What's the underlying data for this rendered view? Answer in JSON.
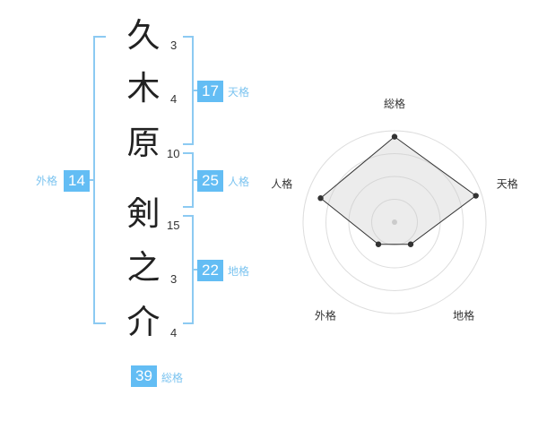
{
  "name": {
    "chars": [
      {
        "char": "久",
        "strokes": "3"
      },
      {
        "char": "木",
        "strokes": "4"
      },
      {
        "char": "原",
        "strokes": "10"
      },
      {
        "char": "剣",
        "strokes": "15"
      },
      {
        "char": "之",
        "strokes": "3"
      },
      {
        "char": "介",
        "strokes": "4"
      }
    ]
  },
  "kakusu": {
    "ten": {
      "value": "17",
      "label": "天格"
    },
    "jin": {
      "value": "25",
      "label": "人格"
    },
    "chi": {
      "value": "22",
      "label": "地格"
    },
    "gai": {
      "value": "14",
      "label": "外格"
    },
    "sou": {
      "value": "39",
      "label": "総格"
    }
  },
  "colors": {
    "accent": "#63bdf4",
    "bracket": "#8ccaf2",
    "label": "#7cc4f0"
  },
  "chart_data": {
    "type": "radar",
    "axes": [
      "総格",
      "天格",
      "地格",
      "外格",
      "人格"
    ],
    "levels": 4,
    "max": 4,
    "values": [
      4,
      4,
      1,
      1,
      3
    ],
    "grid": true
  }
}
